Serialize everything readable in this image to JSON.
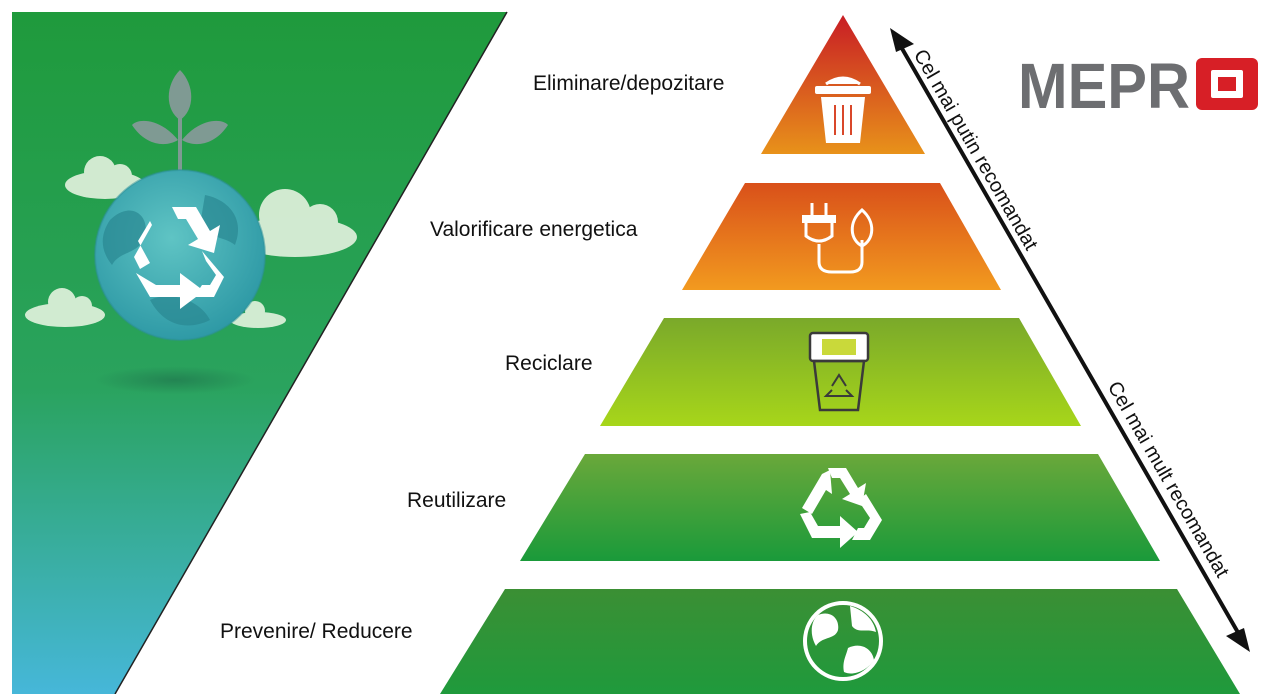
{
  "colors": {
    "panel_top": "#1f9a3c",
    "panel_bottom": "#46b7d9",
    "logo_gray": "#6d6e71",
    "logo_red": "#d71f26"
  },
  "logo": {
    "text": "MEPR",
    "icon": "red-square-logo-mark"
  },
  "pyramid": {
    "levels": [
      {
        "label": "Eliminare/depozitare",
        "icon": "trash-can-icon",
        "color_top": "#c81d25",
        "color_bottom": "#e8921a"
      },
      {
        "label": "Valorificare energetica",
        "icon": "plug-leaf-icon",
        "color_top": "#d9501a",
        "color_bottom": "#f29a1f"
      },
      {
        "label": "Reciclare",
        "icon": "recycle-bin-icon",
        "color_top": "#7aa92a",
        "color_bottom": "#a7d61a"
      },
      {
        "label": "Reutilizare",
        "icon": "recycle-arrows-icon",
        "color_top": "#6aa83a",
        "color_bottom": "#1a9a3a"
      },
      {
        "label": "Prevenire/ Reducere",
        "icon": "globe-icon",
        "color_top": "#3b8f34",
        "color_bottom": "#1f9a3c"
      }
    ]
  },
  "arrow": {
    "label_top": "Cel mai putin recomandat",
    "label_bottom": "Cel mai mult recomandat"
  },
  "illustration": {
    "icon": "earth-with-plant-and-recycle-icon"
  }
}
